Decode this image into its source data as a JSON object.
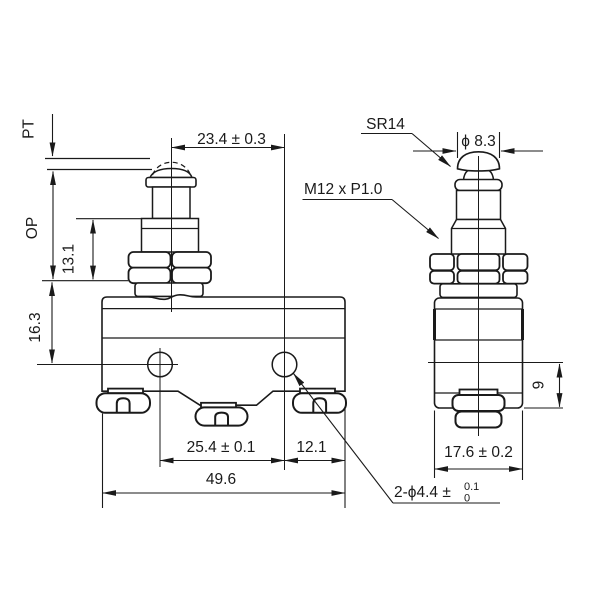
{
  "colors": {
    "line": "#1a1a1a",
    "background": "#ffffff"
  },
  "drawing": {
    "kind": "technical-dimension-drawing",
    "subject": "plunger micro switch, front and side views",
    "units_note": "mm"
  },
  "front_view": {
    "labels": {
      "pretravel": "PT",
      "operating_position": "OP",
      "plunger_height": "13.1",
      "panel_to_hole": "16.3",
      "center_to_hole": "23.4 ± 0.3",
      "hole_spacing": "25.4 ± 0.1",
      "hole_to_edge": "12.1",
      "overall_width": "49.6",
      "hole_note_main": "2-ϕ4.4 ±",
      "hole_note_tol_upper": "0.1",
      "hole_note_tol_lower": "0"
    }
  },
  "side_view": {
    "labels": {
      "sphere_radius": "SR14",
      "plunger_diameter": "ϕ 8.3",
      "thread": "M12 x P1.0",
      "body_depth": "17.6 ± 0.2",
      "hole_to_bottom": "9"
    }
  }
}
